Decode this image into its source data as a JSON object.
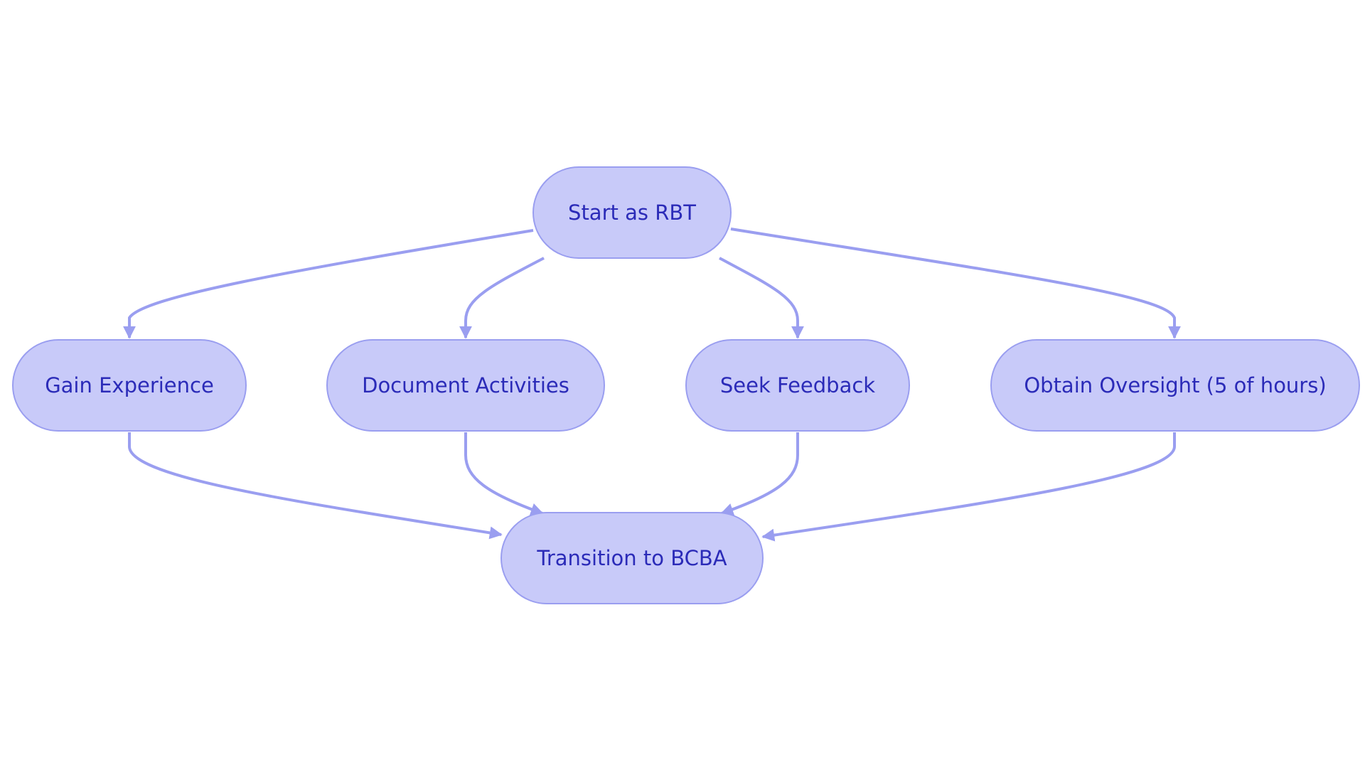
{
  "colors": {
    "node_fill": "#c8caf9",
    "node_stroke": "#9a9ef0",
    "edge": "#9a9ef0",
    "text": "#2b2bb8",
    "background": "#ffffff"
  },
  "nodes": {
    "start": {
      "label": "Start as RBT"
    },
    "gain": {
      "label": "Gain Experience"
    },
    "document": {
      "label": "Document Activities"
    },
    "seek": {
      "label": "Seek Feedback"
    },
    "obtain": {
      "label": "Obtain Oversight (5 of hours)"
    },
    "transition": {
      "label": "Transition to BCBA"
    }
  },
  "edges": [
    {
      "from": "start",
      "to": "gain"
    },
    {
      "from": "start",
      "to": "document"
    },
    {
      "from": "start",
      "to": "seek"
    },
    {
      "from": "start",
      "to": "obtain"
    },
    {
      "from": "gain",
      "to": "transition"
    },
    {
      "from": "document",
      "to": "transition"
    },
    {
      "from": "seek",
      "to": "transition"
    },
    {
      "from": "obtain",
      "to": "transition"
    }
  ]
}
